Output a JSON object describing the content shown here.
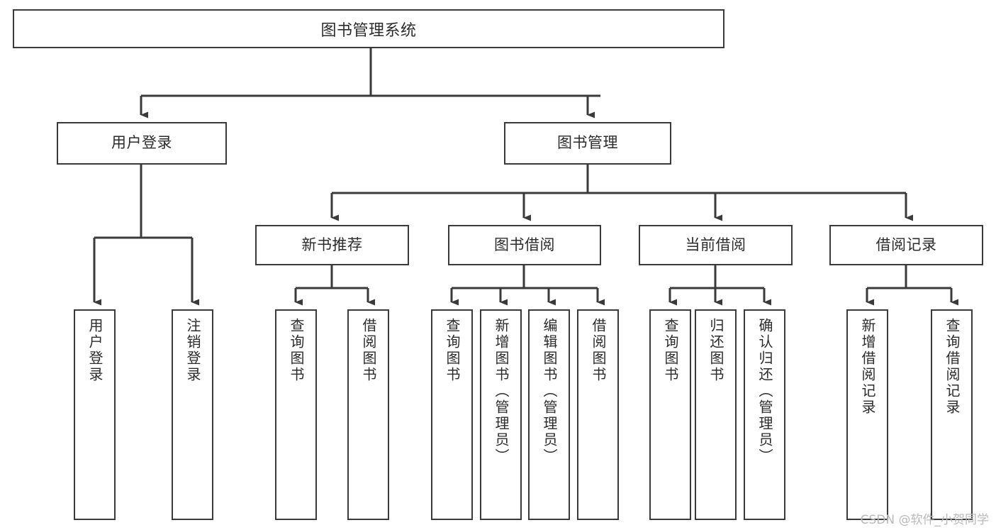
{
  "diagram": {
    "title": "图书管理系统",
    "type": "tree-hierarchy-chart",
    "watermark": "CSDN @软件_小贺同学",
    "colors": {
      "stroke": "#3a3a3a",
      "text": "#2b2b2b",
      "background": "#ffffff",
      "watermark": "#b9b9b9"
    },
    "levels": {
      "root": {
        "label": "图书管理系统"
      },
      "level2": [
        {
          "id": "user-login",
          "label": "用户登录"
        },
        {
          "id": "book-manage",
          "label": "图书管理"
        }
      ],
      "level3": [
        {
          "id": "new-book-recommend",
          "label": "新书推荐"
        },
        {
          "id": "book-borrow",
          "label": "图书借阅"
        },
        {
          "id": "current-borrow",
          "label": "当前借阅"
        },
        {
          "id": "borrow-record",
          "label": "借阅记录"
        }
      ],
      "leaves": {
        "user-login": [
          {
            "id": "leaf-user-login",
            "label": "用户登录"
          },
          {
            "id": "leaf-logout-login",
            "label": "注销登录"
          }
        ],
        "new-book-recommend": [
          {
            "id": "leaf-query-book-1",
            "label": "查询图书"
          },
          {
            "id": "leaf-borrow-book-1",
            "label": "借阅图书"
          }
        ],
        "book-borrow": [
          {
            "id": "leaf-query-book-2",
            "label": "查询图书"
          },
          {
            "id": "leaf-add-book",
            "label": "新增图书（管理员）"
          },
          {
            "id": "leaf-edit-book",
            "label": "编辑图书（管理员）"
          },
          {
            "id": "leaf-borrow-book-2",
            "label": "借阅图书"
          }
        ],
        "current-borrow": [
          {
            "id": "leaf-query-book-3",
            "label": "查询图书"
          },
          {
            "id": "leaf-return-book",
            "label": "归还图书"
          },
          {
            "id": "leaf-confirm-return",
            "label": "确认归还（管理员）"
          }
        ],
        "borrow-record": [
          {
            "id": "leaf-add-record",
            "label": "新增借阅记录"
          },
          {
            "id": "leaf-query-record",
            "label": "查询借阅记录"
          }
        ]
      }
    }
  }
}
